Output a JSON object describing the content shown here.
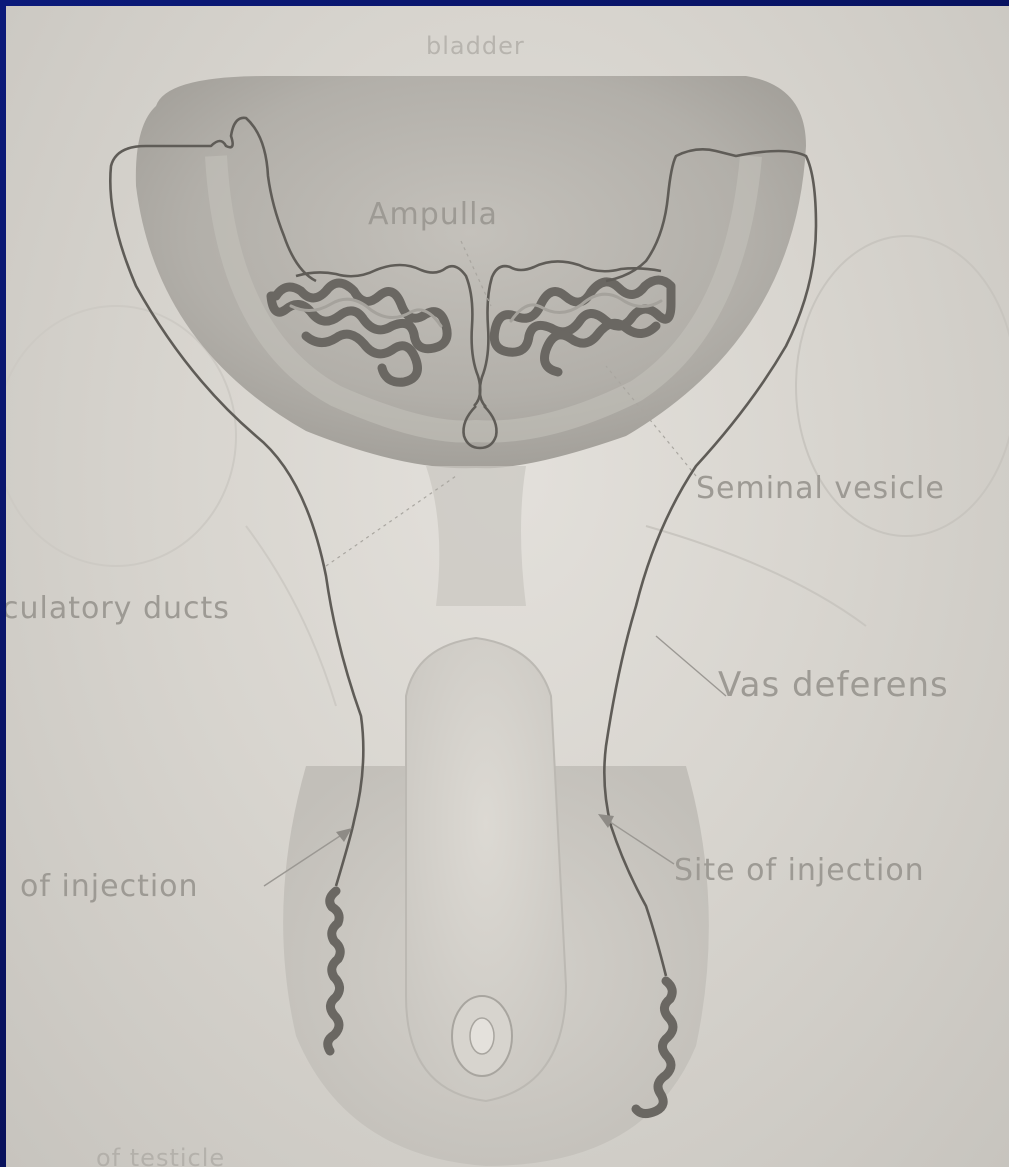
{
  "labels": {
    "top_faded": "bladder",
    "ampulla": "Ampulla",
    "seminal_vesicle": "Seminal vesicle",
    "ejaculatory_ducts": "culatory ducts",
    "vas_deferens": "Vas deferens",
    "site_of_injection_left": "of injection",
    "site_of_injection_right": "Site of injection",
    "bottom_faded": "of testicle"
  }
}
